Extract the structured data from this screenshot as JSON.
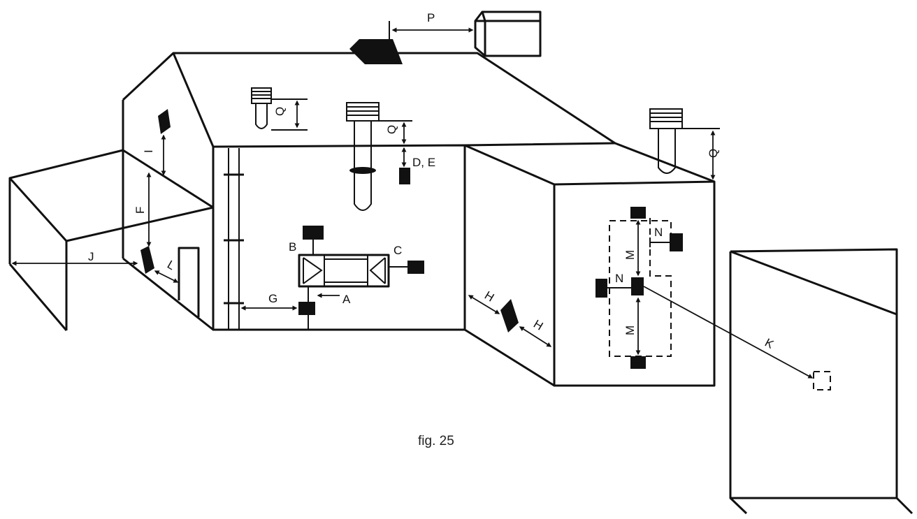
{
  "caption": "fig. 25",
  "labels": {
    "P": "P",
    "Q1": "Q",
    "Q2": "Q",
    "Q3": "Q",
    "DE": "D, E",
    "I": "I",
    "F": "F",
    "J": "J",
    "L": "L",
    "B": "B",
    "C": "C",
    "A": "A",
    "G": "G",
    "H1": "H",
    "H2": "H",
    "M1": "M",
    "M2": "M",
    "N1": "N",
    "N2": "N",
    "K": "K"
  }
}
